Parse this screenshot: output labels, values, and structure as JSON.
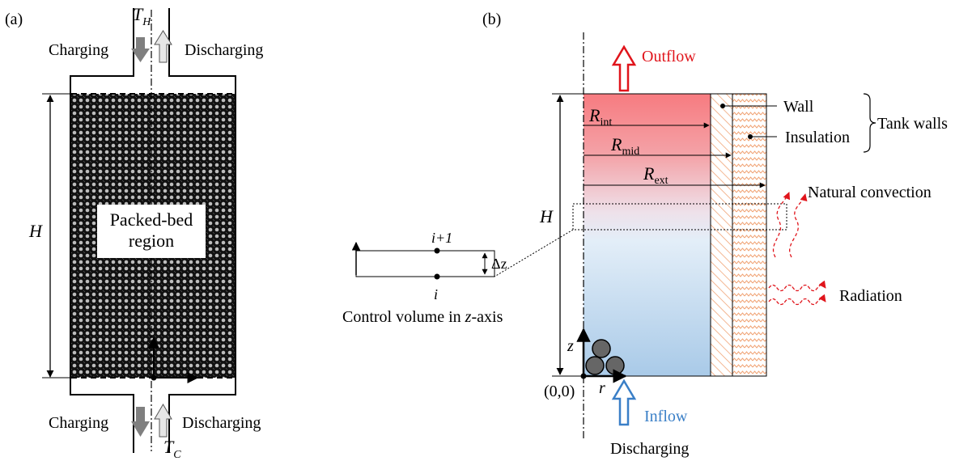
{
  "panel_a": {
    "label": "(a)",
    "t_hot": "T",
    "t_hot_sub": "H",
    "t_cold": "T",
    "t_cold_sub": "C",
    "charging_top": "Charging",
    "discharging_top": "Discharging",
    "charging_bottom": "Charging",
    "discharging_bottom": "Discharging",
    "height_label": "H",
    "region_line1": "Packed-bed",
    "region_line2": "region"
  },
  "panel_b": {
    "label": "(b)",
    "outflow": "Outflow",
    "inflow": "Inflow",
    "height_label": "H",
    "r_int": "R",
    "r_int_sub": "int",
    "r_mid": "R",
    "r_mid_sub": "mid",
    "r_ext": "R",
    "r_ext_sub": "ext",
    "wall": "Wall",
    "insulation": "Insulation",
    "tank_walls": "Tank walls",
    "natural_convection": "Natural convection",
    "radiation": "Radiation",
    "axis_z": "z",
    "axis_r": "r",
    "origin": "(0,0)",
    "mode": "Discharging",
    "cv_i_plus": "i+1",
    "cv_i": "i",
    "cv_dz": "Δz",
    "cv_caption_pre": "Control volume in ",
    "cv_caption_var": "z",
    "cv_caption_post": "-axis"
  },
  "colors": {
    "hot": "#f77b80",
    "cold": "#b9d3ec",
    "outflow_arrow": "#e0141b",
    "inflow_arrow": "#3a7fc7",
    "hatch": "#f0a070",
    "flow_arrow_dark": "#7f7f7f",
    "flow_arrow_light": "#e6e6e6"
  }
}
